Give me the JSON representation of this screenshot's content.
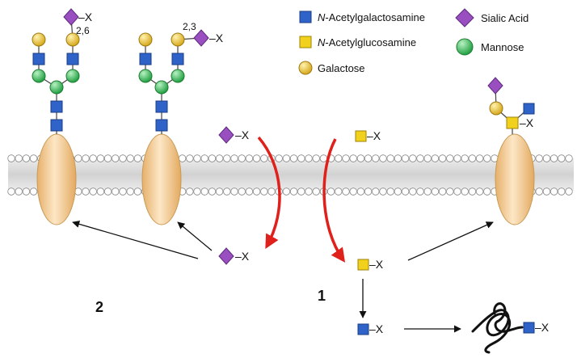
{
  "legend": {
    "galnac": {
      "prefix": "N",
      "rest": "-Acetylgalactosamine"
    },
    "glcnac": {
      "prefix": "N",
      "rest": "-Acetylglucosamine"
    },
    "galactose": "Galactose",
    "sialic_acid": "Sialic Acid",
    "mannose": "Mannose"
  },
  "linkage_labels": {
    "alpha_2_6": "2,6",
    "alpha_2_3": "2,3"
  },
  "substituent": "–X",
  "pathway_numbers": {
    "pathway_1": "1",
    "pathway_2": "2"
  },
  "colors": {
    "galnac": "#2f63c8",
    "glcnac": "#f2d11c",
    "galactose": "#e9c437",
    "sialic_acid": "#9a4fc0",
    "mannose": "#3dbf5a",
    "protein": "#f1c58c",
    "membrane_band": "#d9d9d9",
    "red_arrow": "#e0201a"
  },
  "icons": [
    "galnac-square-icon",
    "glcnac-square-icon",
    "galactose-circle-icon",
    "sialic-acid-diamond-icon",
    "mannose-circle-icon",
    "misfolded-protein-icon"
  ]
}
